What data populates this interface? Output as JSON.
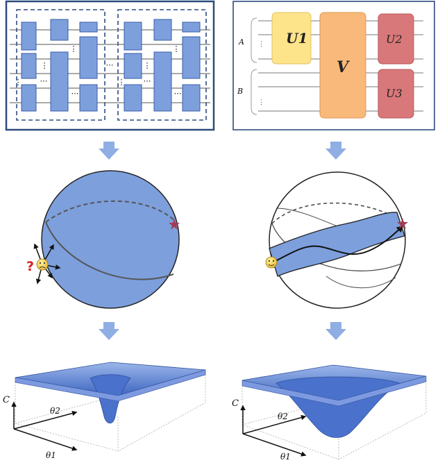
{
  "left_panel": {
    "circuit": {
      "dots": "⋯",
      "vdots": "⋮"
    },
    "sphere": {
      "question_mark": "?",
      "face": "worried-face"
    },
    "landscape": {
      "axis_c": "C",
      "axis_t2": "θ2",
      "axis_t1": "θ1"
    }
  },
  "right_panel": {
    "circuit": {
      "register_a": "A",
      "register_b": "B",
      "gate_u1": "U1",
      "gate_v": "V",
      "gate_u2": "U2",
      "gate_u3": "U3",
      "colors": {
        "u1": "#fde38a",
        "v": "#f9b97a",
        "u2_u3": "#d9787a"
      }
    },
    "sphere": {
      "face": "happy-face"
    },
    "landscape": {
      "axis_c": "C",
      "axis_t2": "θ2",
      "axis_t1": "θ1"
    }
  },
  "colors": {
    "frame": "#2d4a7e",
    "block": "#7d9fdc",
    "arrow": "#8eaee4",
    "star": "#a33b55"
  }
}
